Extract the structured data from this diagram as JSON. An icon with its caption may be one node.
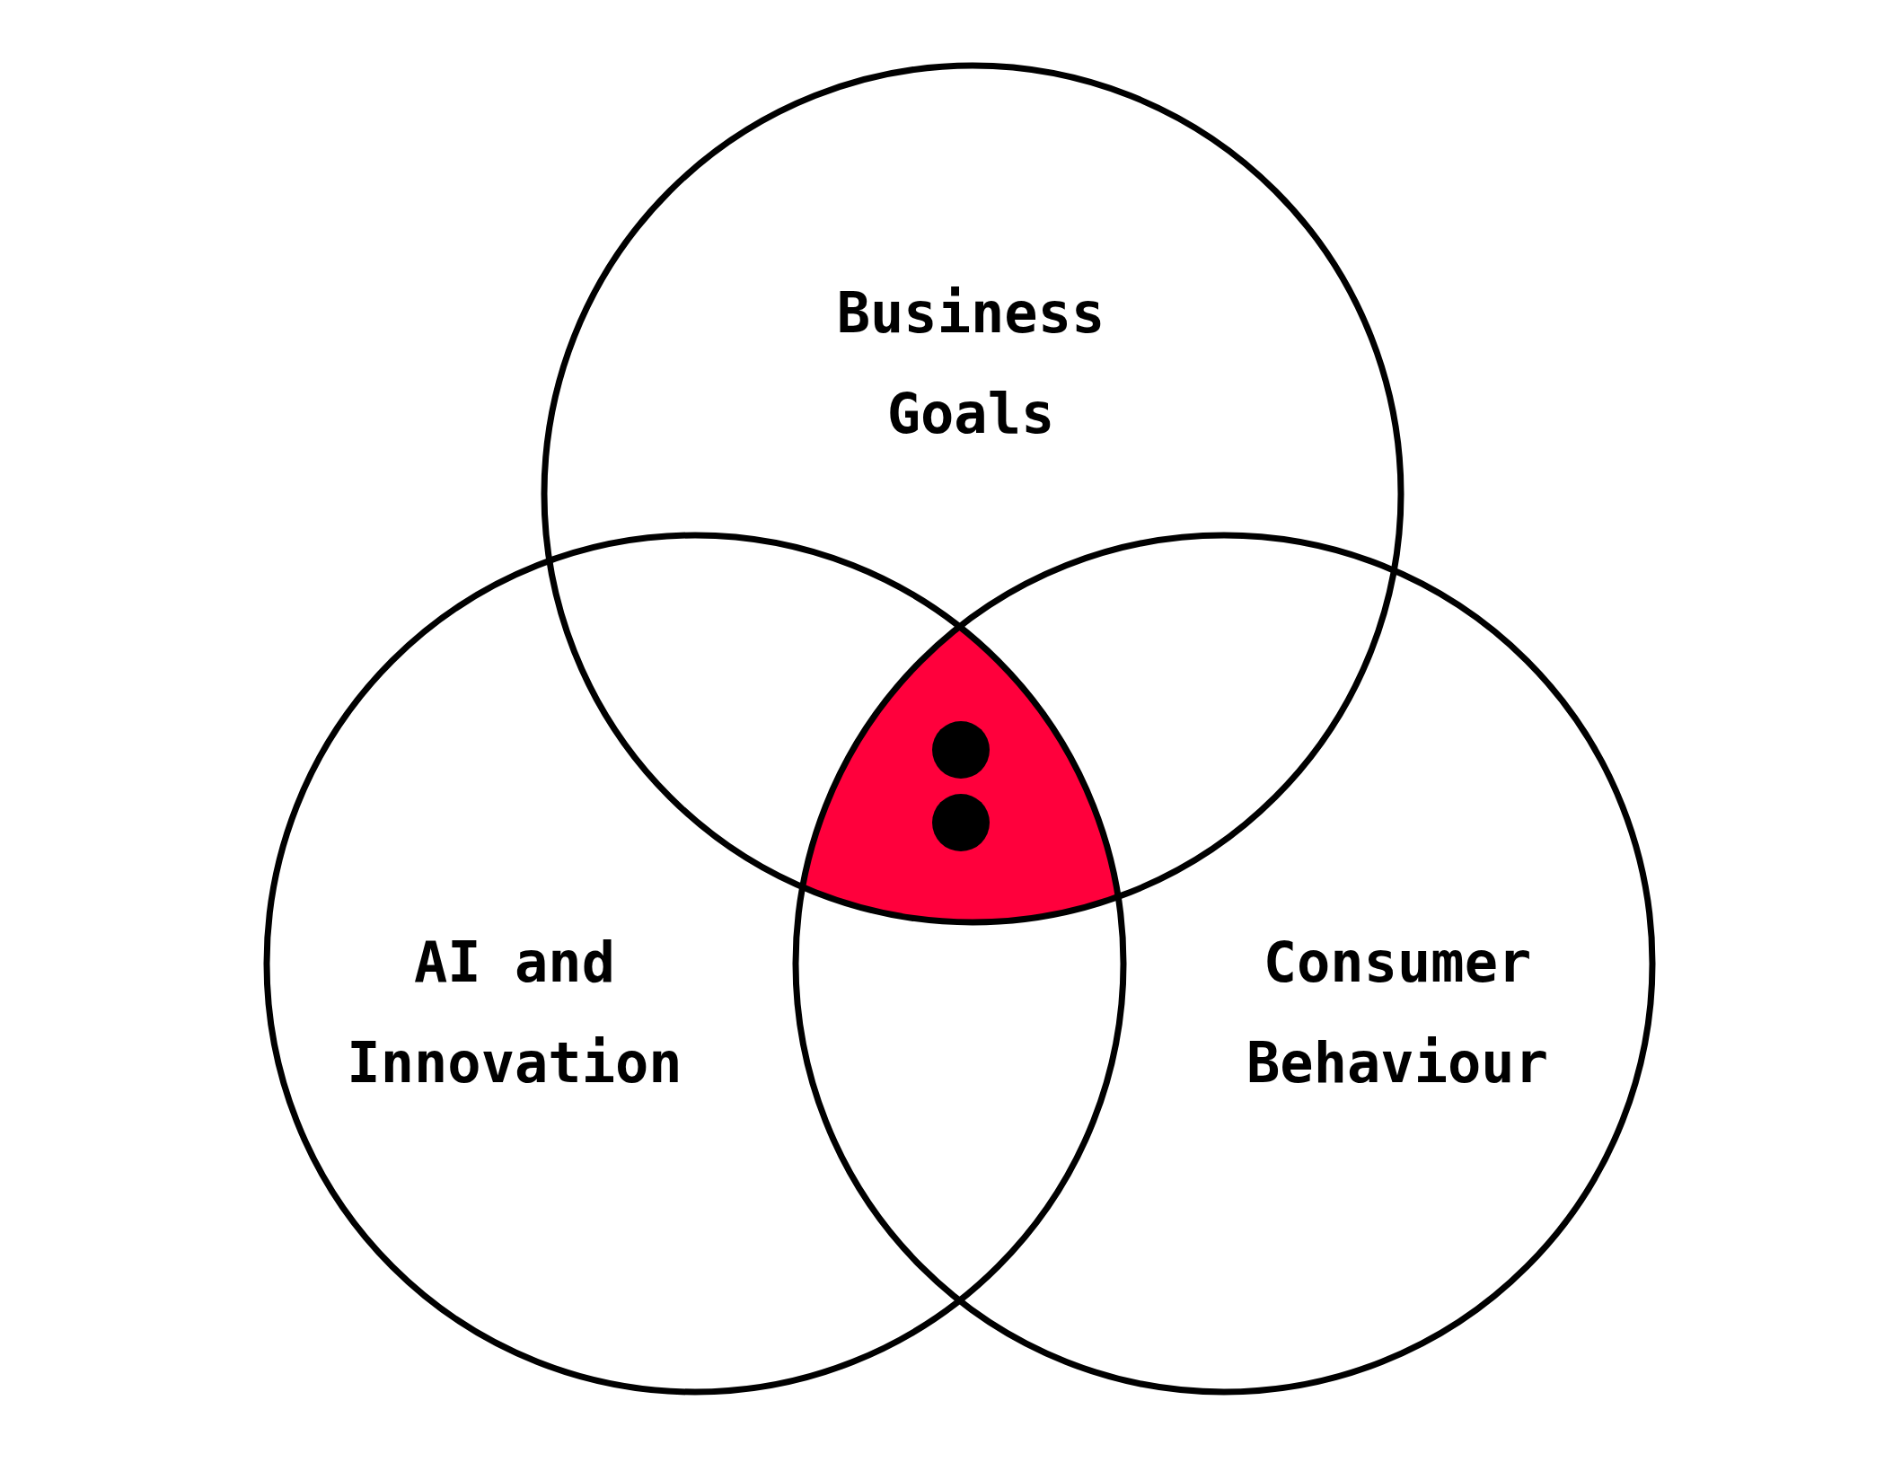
{
  "diagram": {
    "nodes": [
      {
        "text": [
          "Business Goals"
        ]
      },
      {
        "text": [
          "AI and Innovation"
        ]
      },
      {
        "text": [
          "Consumer Behaviour"
        ]
      }
    ]
  }
}
